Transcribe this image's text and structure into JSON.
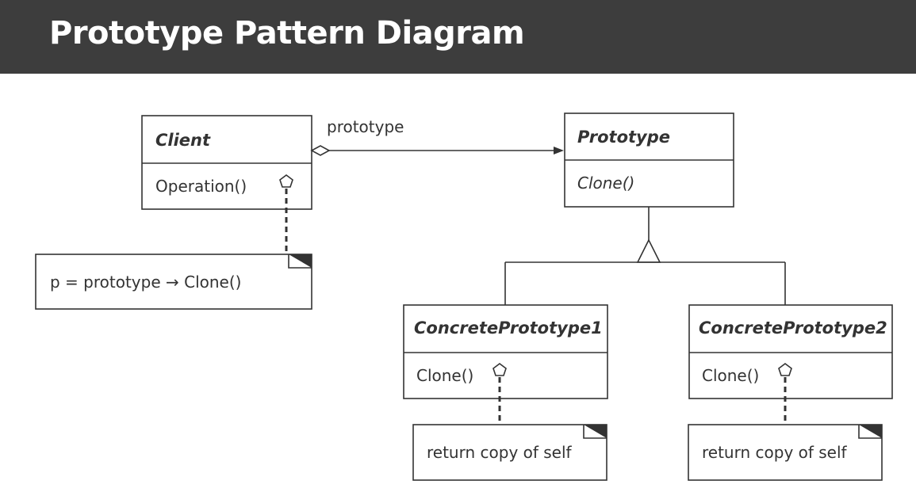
{
  "header": {
    "title": "Prototype Pattern Diagram",
    "background": "#3d3d3d",
    "title_color": "#ffffff"
  },
  "diagram": {
    "stroke_color": "#333333",
    "classes": {
      "client": {
        "name": "Client",
        "operation": "Operation()"
      },
      "prototype": {
        "name": "Prototype",
        "operation": "Clone()"
      },
      "concrete1": {
        "name": "ConcretePrototype1",
        "operation": "Clone()"
      },
      "concrete2": {
        "name": "ConcretePrototype2",
        "operation": "Clone()"
      }
    },
    "association": {
      "label": "prototype"
    },
    "notes": {
      "client_note": "p = prototype → Clone()",
      "concrete1_note": "return copy of self",
      "concrete2_note": "return copy of self"
    }
  }
}
